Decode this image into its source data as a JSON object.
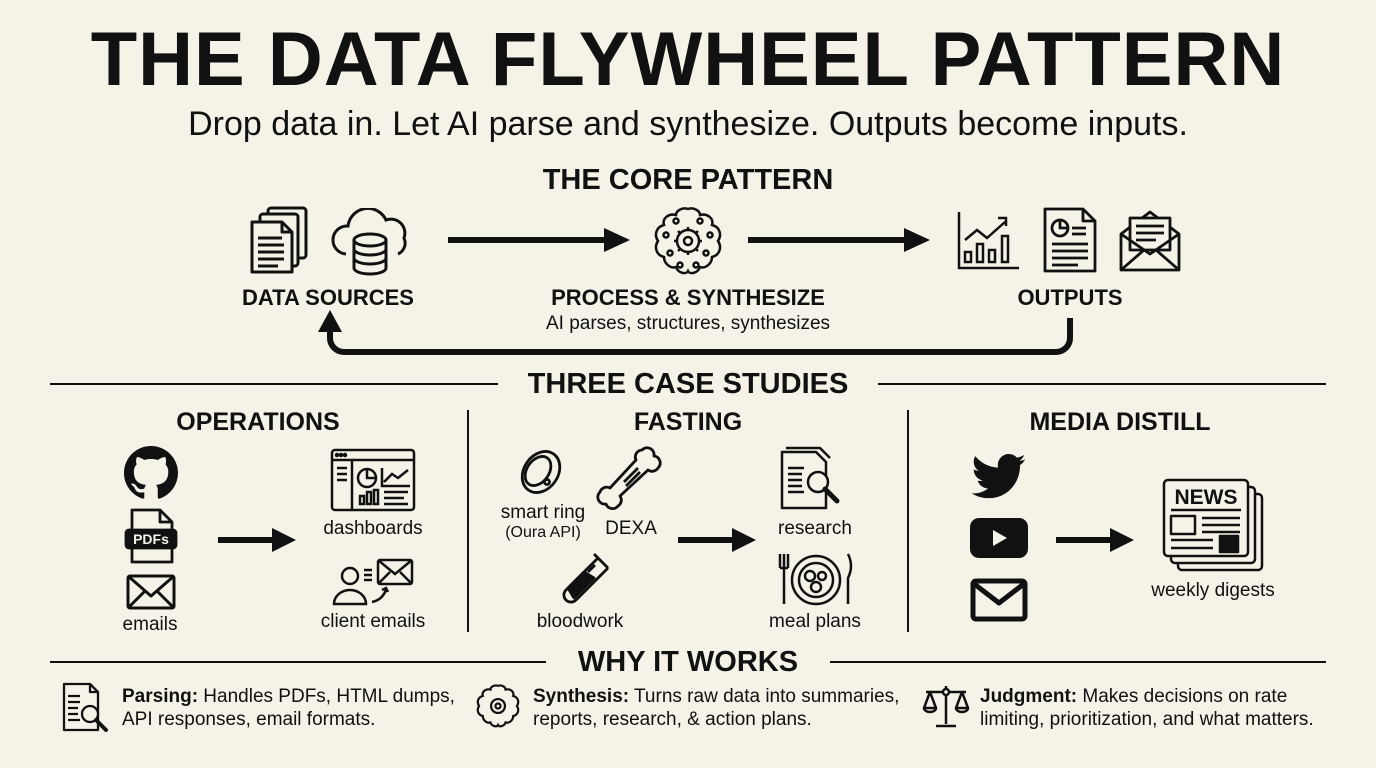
{
  "header": {
    "title": "THE DATA FLYWHEEL PATTERN",
    "subtitle": "Drop data in. Let AI parse and synthesize. Outputs become inputs."
  },
  "core_pattern": {
    "heading": "THE CORE PATTERN",
    "stages": [
      {
        "label": "DATA SOURCES",
        "icons": [
          "documents-icon",
          "cloud-database-icon"
        ]
      },
      {
        "label": "PROCESS & SYNTHESIZE",
        "sublabel": "AI parses, structures, synthesizes",
        "icons": [
          "brain-gear-icon"
        ]
      },
      {
        "label": "OUTPUTS",
        "icons": [
          "chart-icon",
          "report-icon",
          "envelope-open-icon"
        ]
      }
    ],
    "loop": "OUTPUTS feeds back to DATA SOURCES"
  },
  "case_studies": {
    "heading": "THREE CASE STUDIES",
    "cases": [
      {
        "title": "OPERATIONS",
        "inputs": [
          {
            "icon": "github-icon",
            "label": ""
          },
          {
            "icon": "pdf-icon",
            "label": "PDFs"
          },
          {
            "icon": "email-icon",
            "label": "emails"
          }
        ],
        "outputs": [
          {
            "icon": "dashboard-icon",
            "label": "dashboards"
          },
          {
            "icon": "client-email-icon",
            "label": "client emails"
          }
        ]
      },
      {
        "title": "FASTING",
        "inputs": [
          {
            "icon": "ring-icon",
            "label": "smart ring",
            "sublabel": "(Oura API)"
          },
          {
            "icon": "bone-icon",
            "label": "DEXA"
          },
          {
            "icon": "test-tube-icon",
            "label": "bloodwork"
          }
        ],
        "outputs": [
          {
            "icon": "research-icon",
            "label": "research"
          },
          {
            "icon": "meal-icon",
            "label": "meal plans"
          }
        ]
      },
      {
        "title": "MEDIA DISTILL",
        "inputs": [
          {
            "icon": "twitter-icon",
            "label": ""
          },
          {
            "icon": "youtube-icon",
            "label": ""
          },
          {
            "icon": "gmail-icon",
            "label": ""
          }
        ],
        "outputs": [
          {
            "icon": "newspaper-icon",
            "label": "weekly digests",
            "badge": "NEWS"
          }
        ]
      }
    ]
  },
  "why_it_works": {
    "heading": "WHY IT WORKS",
    "items": [
      {
        "icon": "document-search-icon",
        "term": "Parsing:",
        "line1": " Handles PDFs, HTML dumps,",
        "line2": "API responses, email formats."
      },
      {
        "icon": "brain-gear-icon",
        "term": "Synthesis:",
        "line1": " Turns raw data into summaries,",
        "line2": "reports, research, & action plans."
      },
      {
        "icon": "scales-icon",
        "term": "Judgment:",
        "line1": " Makes decisions on rate",
        "line2": "limiting, prioritization, and what matters."
      }
    ]
  },
  "colors": {
    "background": "#f5f2e8",
    "ink": "#111111"
  }
}
